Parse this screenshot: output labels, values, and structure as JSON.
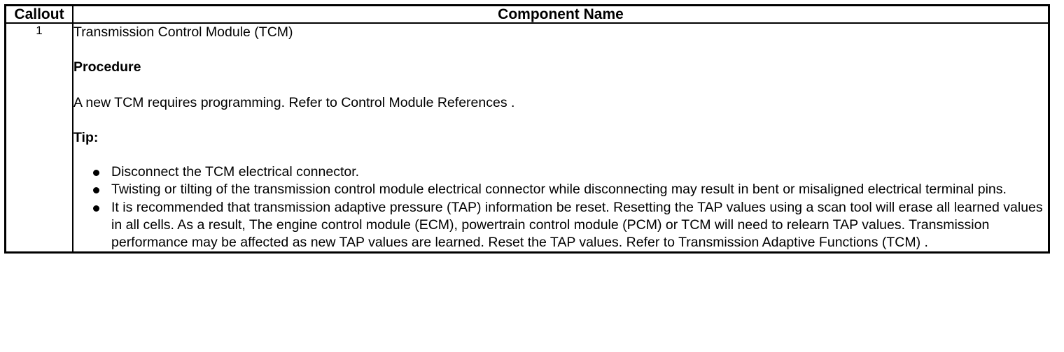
{
  "table": {
    "headers": {
      "callout": "Callout",
      "component_name": "Component Name"
    },
    "rows": [
      {
        "callout": "1",
        "component": {
          "title": "Transmission Control Module (TCM)",
          "procedure_heading": "Procedure",
          "procedure_text": "A new TCM requires programming. Refer to Control Module References .",
          "tip_heading": "Tip:",
          "tips": [
            "Disconnect the TCM electrical connector.",
            "Twisting or tilting of the transmission control module electrical connector while disconnecting may result in bent or misaligned electrical terminal pins.",
            "It is recommended that transmission adaptive pressure (TAP) information be reset. Resetting the TAP values using a scan tool will erase all learned values in all cells. As a result, The engine control module (ECM), powertrain control module (PCM) or TCM will need to relearn TAP values. Transmission performance may be affected as new TAP values are learned. Reset the TAP values. Refer to Transmission Adaptive Functions (TCM) ."
          ]
        }
      }
    ]
  },
  "colors": {
    "border": "#000000",
    "text": "#000000",
    "background": "#ffffff"
  }
}
